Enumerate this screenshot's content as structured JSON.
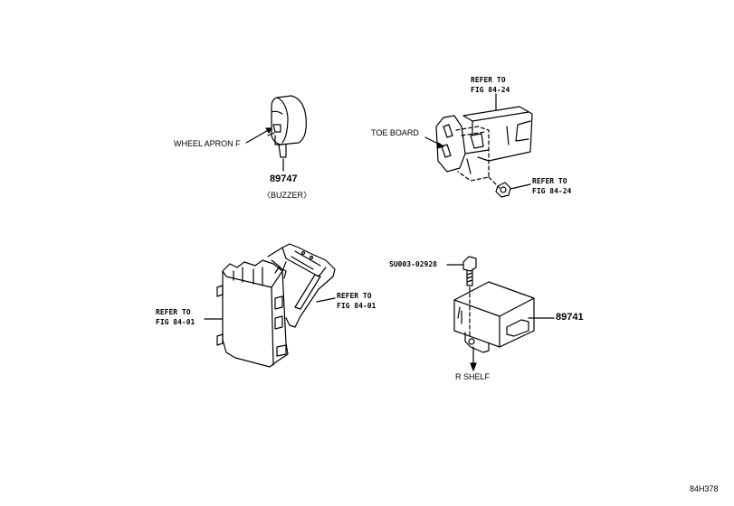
{
  "diagram": {
    "figure_code": "84H378",
    "buzzer": {
      "part_number": "89747",
      "caption": "〈BUZZER〉",
      "location_label": "WHEEL APRON F"
    },
    "upper_right": {
      "ref_top_line1": "REFER TO",
      "ref_top_line2": "FIG 84-24",
      "toe_board_label": "TOE BOARD",
      "ref_nut_line1": "REFER TO",
      "ref_nut_line2": "FIG 84-24"
    },
    "junction_block": {
      "ref_left_line1": "REFER TO",
      "ref_left_line2": "FIG 84-01",
      "ref_right_line1": "REFER TO",
      "ref_right_line2": "FIG 84-01"
    },
    "module": {
      "bolt_label": "SU003-02928",
      "part_number": "89741",
      "shelf_label": "R SHELF"
    }
  }
}
